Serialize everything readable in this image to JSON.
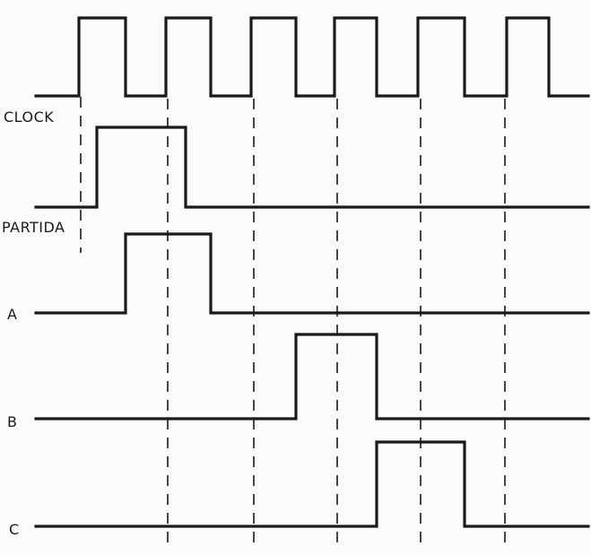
{
  "diagram": {
    "type": "timing-diagram",
    "signals": [
      {
        "label": "CLOCK",
        "levels": [
          0,
          1,
          0,
          1,
          0,
          1,
          0,
          1,
          0,
          1,
          0,
          1,
          0
        ]
      },
      {
        "label": "PARTIDA",
        "levels": [
          0,
          1,
          1,
          0,
          0,
          0,
          0,
          0,
          0,
          0,
          0,
          0,
          0
        ]
      },
      {
        "label": "A",
        "levels": [
          0,
          0,
          1,
          1,
          0,
          0,
          0,
          0,
          0,
          0,
          0,
          0,
          0
        ]
      },
      {
        "label": "B",
        "levels": [
          0,
          0,
          0,
          0,
          0,
          0,
          1,
          1,
          0,
          0,
          0,
          0,
          0
        ]
      },
      {
        "label": "C",
        "levels": [
          0,
          0,
          0,
          0,
          0,
          0,
          0,
          0,
          1,
          1,
          0,
          0,
          0
        ]
      }
    ],
    "dashed_guides_at_rising_edges": [
      1,
      3,
      5,
      7,
      9,
      11
    ],
    "colors": {
      "ink": "#1a1a1a",
      "paper": "#fbfbf9"
    }
  }
}
